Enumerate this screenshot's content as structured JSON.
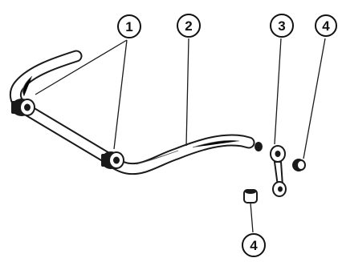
{
  "figure": {
    "callouts": [
      {
        "id": "callout-1",
        "label": "1"
      },
      {
        "id": "callout-2",
        "label": "2"
      },
      {
        "id": "callout-3",
        "label": "3"
      },
      {
        "id": "callout-4-upper",
        "label": "4"
      },
      {
        "id": "callout-4-lower",
        "label": "4"
      }
    ],
    "parts": [
      "stabilizer-bar",
      "bar-bushing-left",
      "bar-bushing-right",
      "end-link",
      "link-bushing-upper",
      "link-bushing-lower",
      "washer"
    ]
  }
}
